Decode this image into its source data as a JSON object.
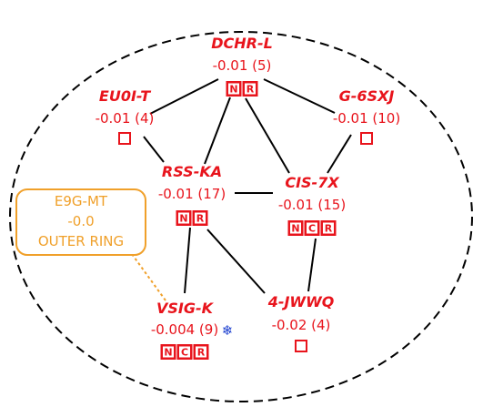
{
  "colors": {
    "node_text": "#e8141c",
    "badge_fill": "#e8141c",
    "callout": "#f0a02a",
    "edge": "#000000",
    "boundary": "#000000",
    "snowflake": "#1c3fcf"
  },
  "nodes": [
    {
      "id": "dchr",
      "name": "DCHR-L",
      "value": "-0.01 (5)",
      "badges": [
        "N",
        "R"
      ],
      "icon": null
    },
    {
      "id": "eu0i",
      "name": "EU0I-T",
      "value": "-0.01 (4)",
      "badges": [
        "empty"
      ],
      "icon": null
    },
    {
      "id": "g6sxj",
      "name": "G-6SXJ",
      "value": "-0.01 (10)",
      "badges": [
        "empty"
      ],
      "icon": null
    },
    {
      "id": "rsska",
      "name": "RSS-KA",
      "value": "-0.01 (17)",
      "badges": [
        "N",
        "R"
      ],
      "icon": null
    },
    {
      "id": "cis7x",
      "name": "CIS-7X",
      "value": "-0.01 (15)",
      "badges": [
        "N",
        "C",
        "R"
      ],
      "icon": null
    },
    {
      "id": "vsigk",
      "name": "VSIG-K",
      "value": "-0.004 (9)",
      "badges": [
        "N",
        "C",
        "R"
      ],
      "icon": "snowflake-icon"
    },
    {
      "id": "jwwq",
      "name": "4-JWWQ",
      "value": "-0.02 (4)",
      "badges": [
        "empty"
      ],
      "icon": null
    }
  ],
  "edges": [
    [
      "dchr",
      "eu0i"
    ],
    [
      "dchr",
      "g6sxj"
    ],
    [
      "dchr",
      "rsska"
    ],
    [
      "dchr",
      "cis7x"
    ],
    [
      "eu0i",
      "rsska"
    ],
    [
      "g6sxj",
      "cis7x"
    ],
    [
      "rsska",
      "cis7x"
    ],
    [
      "rsska",
      "vsigk"
    ],
    [
      "rsska",
      "jwwq"
    ],
    [
      "cis7x",
      "jwwq"
    ]
  ],
  "callout": {
    "lines": [
      "E9G-MT",
      "-0.0",
      "OUTER RING"
    ],
    "target": "vsigk"
  }
}
